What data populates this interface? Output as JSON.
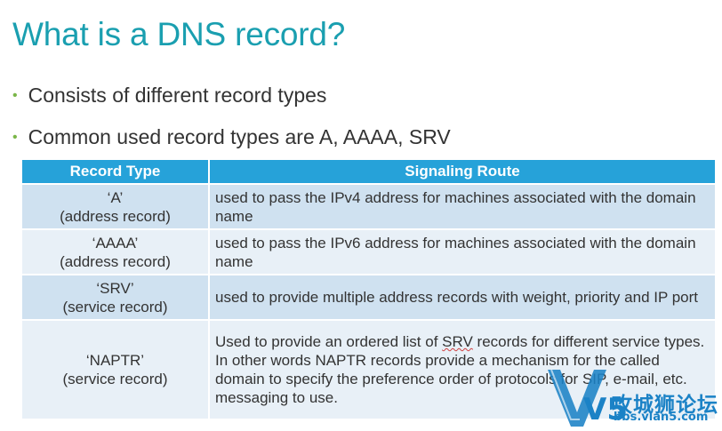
{
  "slide": {
    "title": "What is a DNS record?",
    "bullets": [
      "Consists of different record types",
      "Common used record types are A, AAAA, SRV"
    ]
  },
  "table": {
    "headers": [
      "Record Type",
      "Signaling Route"
    ],
    "rows": [
      {
        "type_line1": "‘A’",
        "type_line2": "(address record)",
        "route": "used to pass the IPv4 address for machines associated with the domain name"
      },
      {
        "type_line1": "‘AAAA’",
        "type_line2": "(address record)",
        "route": "used to pass the IPv6 address for machines associated with the domain name"
      },
      {
        "type_line1": "‘SRV’",
        "type_line2": "(service record)",
        "route": "used to provide multiple address records with weight, priority and IP port"
      },
      {
        "type_line1": "‘NAPTR’",
        "type_line2": "(service record)",
        "route_pre": "Used to provide an ordered list of ",
        "route_marked": "SRV",
        "route_post": " records for different service types.",
        "route_line2": "In other words NAPTR records provide a mechanism for the called domain to specify the preference order of protocols for SIP, e-mail, etc. messaging to use."
      }
    ]
  },
  "watermark": {
    "logo_text": "V5",
    "cn_text": "攻城狮论坛",
    "url": "bbs.vlan5.com"
  },
  "colors": {
    "title": "#1a9fb0",
    "bullet_dot": "#7ab648",
    "header_bg": "#26a2d9",
    "row_dark": "#cfe1f0",
    "row_light": "#e8f0f7",
    "watermark": "#1b82c6"
  }
}
